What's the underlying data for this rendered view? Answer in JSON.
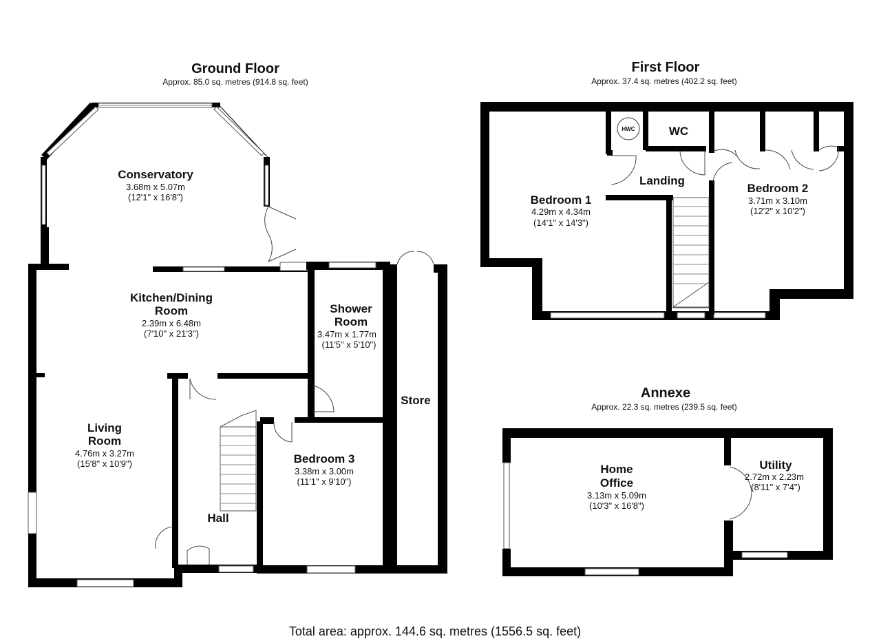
{
  "total_area": "Total area: approx. 144.6 sq. metres (1556.5 sq. feet)",
  "ground_floor": {
    "title": "Ground Floor",
    "area": "Approx. 85.0 sq. metres (914.8 sq. feet)",
    "rooms": {
      "conservatory": {
        "name": "Conservatory",
        "metric": "3.68m x 5.07m",
        "imperial": "(12'1\" x 16'8\")"
      },
      "kitchen": {
        "name1": "Kitchen/Dining",
        "name2": "Room",
        "metric": "2.39m x 6.48m",
        "imperial": "(7'10\" x 21'3\")"
      },
      "shower": {
        "name1": "Shower",
        "name2": "Room",
        "metric": "3.47m x 1.77m",
        "imperial": "(11'5\" x 5'10\")"
      },
      "store": {
        "name": "Store"
      },
      "living": {
        "name1": "Living",
        "name2": "Room",
        "metric": "4.76m x 3.27m",
        "imperial": "(15'8\" x 10'9\")"
      },
      "bedroom3": {
        "name": "Bedroom 3",
        "metric": "3.38m x 3.00m",
        "imperial": "(11'1\" x 9'10\")"
      },
      "hall": {
        "name": "Hall"
      }
    }
  },
  "first_floor": {
    "title": "First Floor",
    "area": "Approx. 37.4 sq. metres (402.2 sq. feet)",
    "rooms": {
      "bedroom1": {
        "name": "Bedroom 1",
        "metric": "4.29m x 4.34m",
        "imperial": "(14'1\" x 14'3\")"
      },
      "bedroom2": {
        "name": "Bedroom 2",
        "metric": "3.71m x 3.10m",
        "imperial": "(12'2\" x 10'2\")"
      },
      "landing": {
        "name": "Landing"
      },
      "wc": {
        "name": "WC"
      },
      "hwc": {
        "name": "HWC"
      }
    }
  },
  "annexe": {
    "title": "Annexe",
    "area": "Approx. 22.3 sq. metres (239.5 sq. feet)",
    "rooms": {
      "office": {
        "name1": "Home",
        "name2": "Office",
        "metric": "3.13m x 5.09m",
        "imperial": "(10'3\" x 16'8\")"
      },
      "utility": {
        "name": "Utility",
        "metric": "2.72m x 2.23m",
        "imperial": "(8'11\" x 7'4\")"
      }
    }
  }
}
